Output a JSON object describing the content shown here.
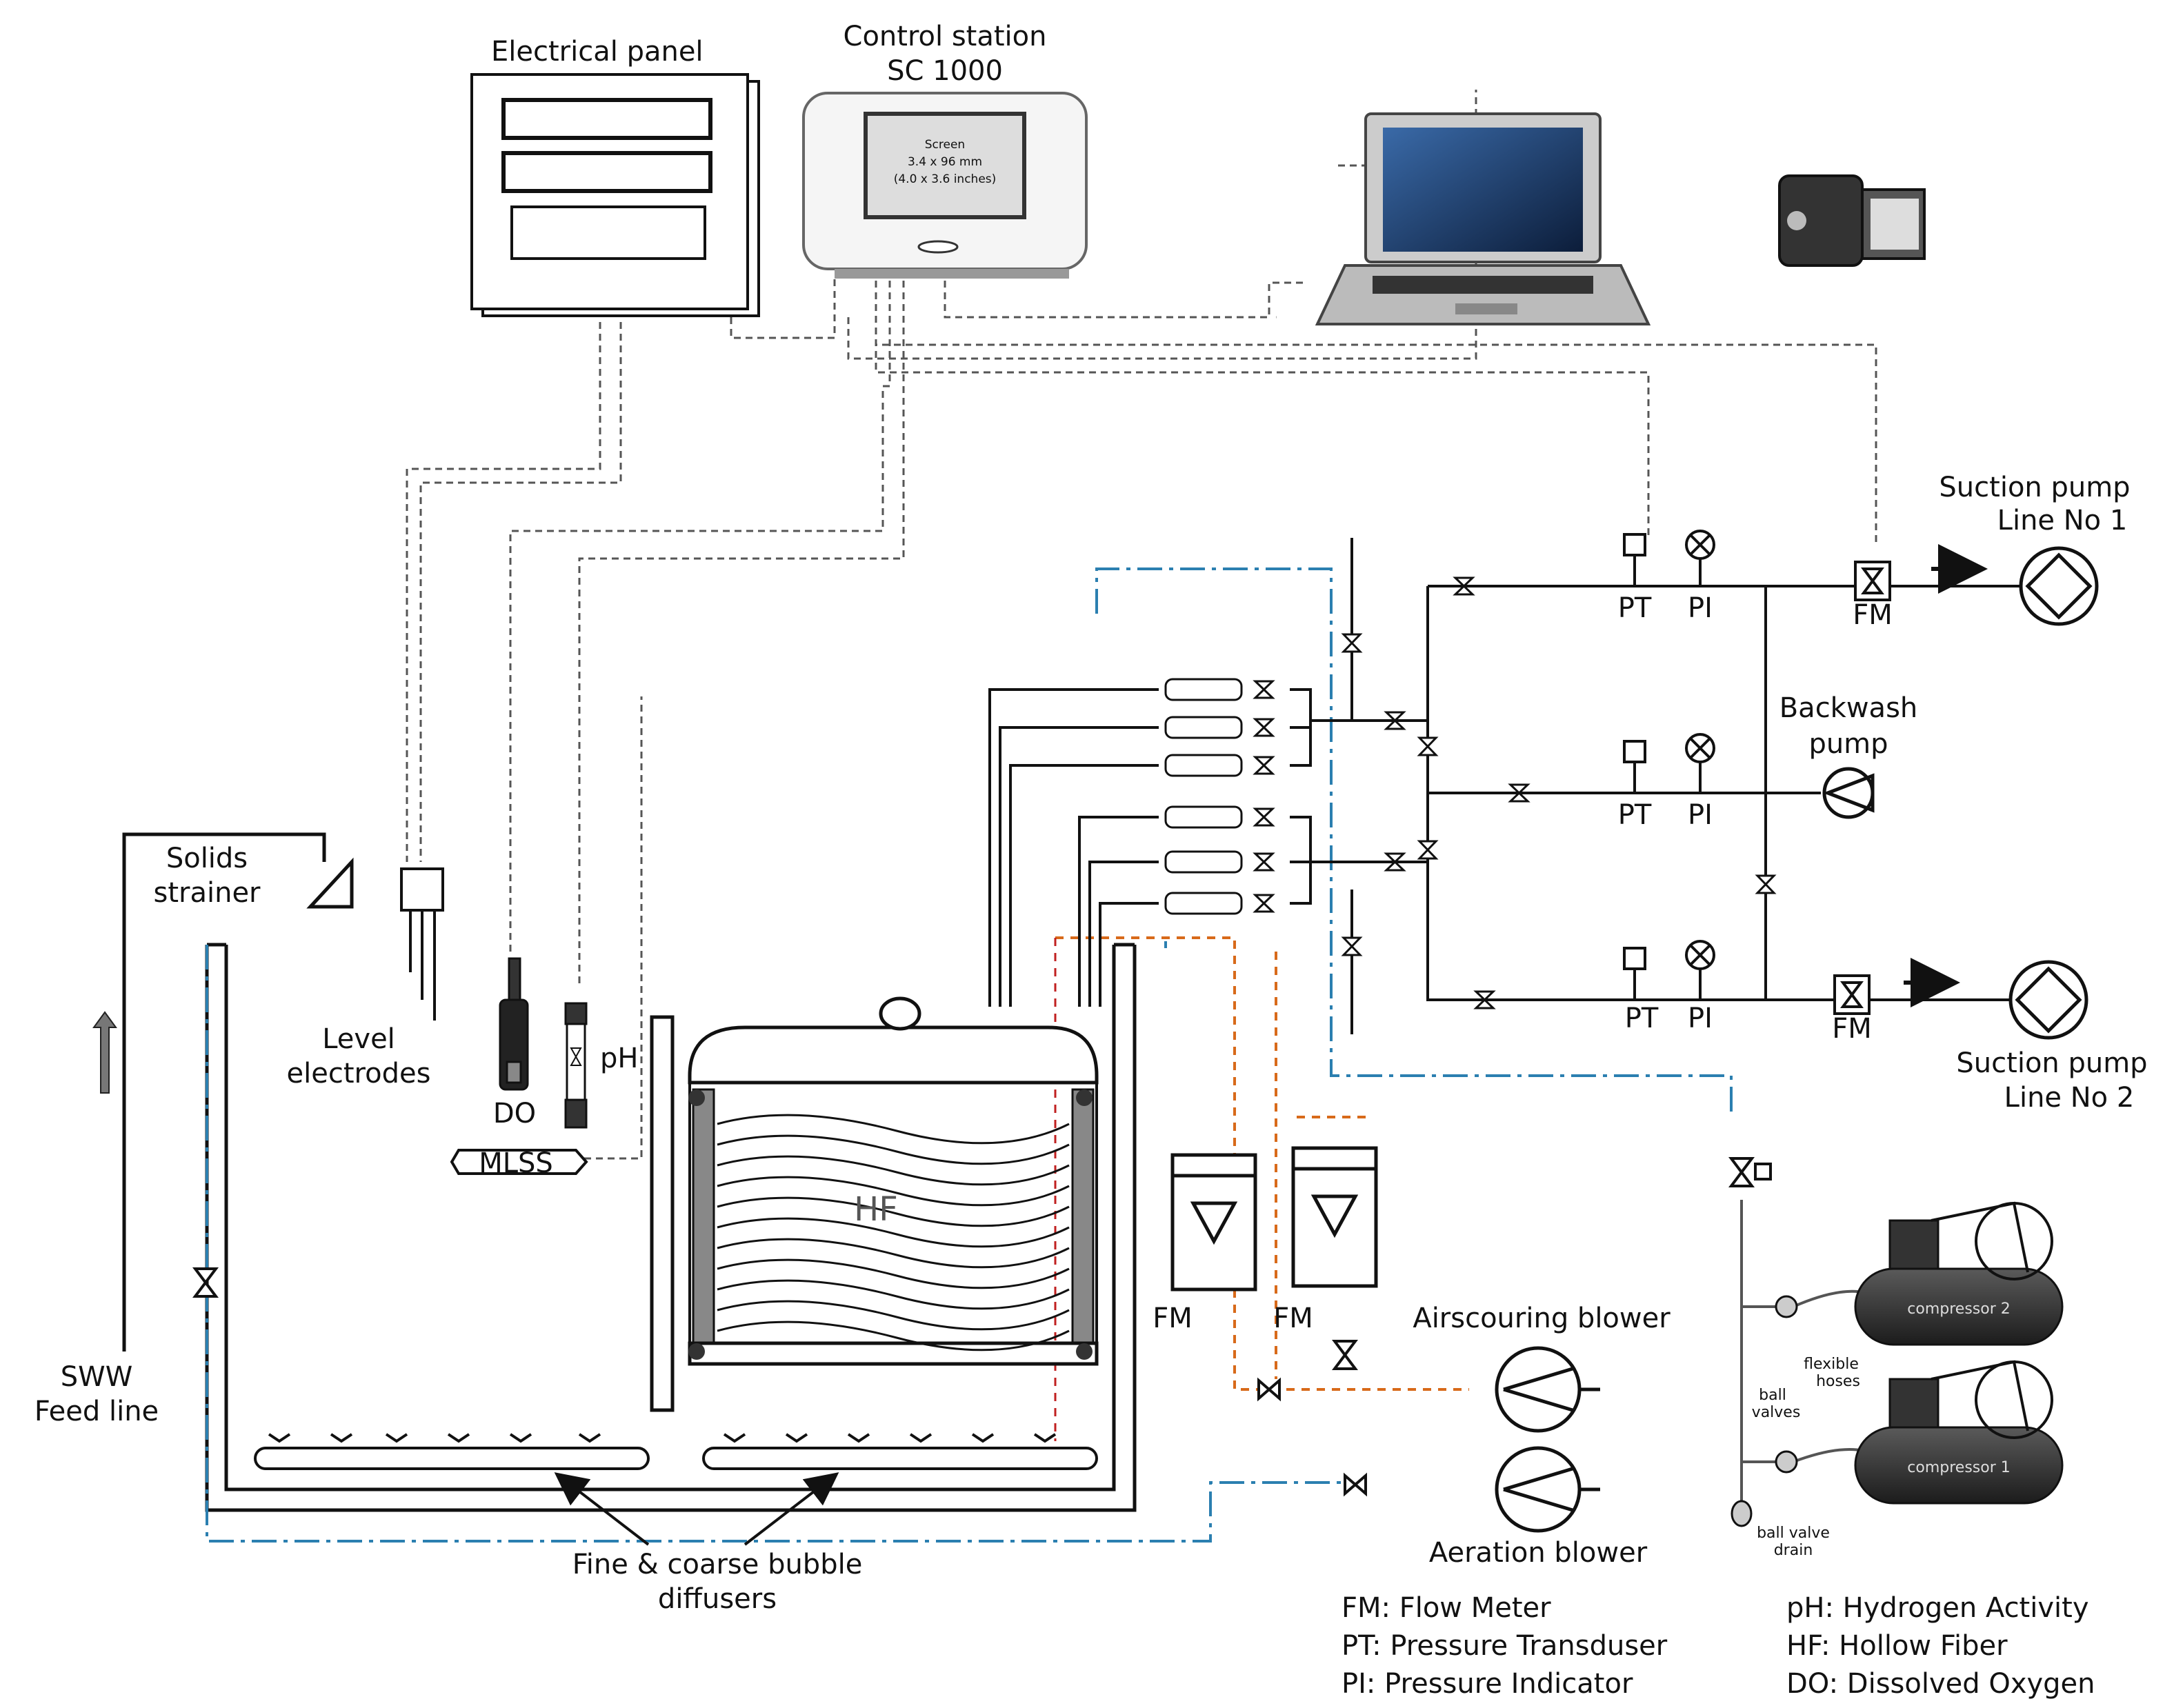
{
  "labels": {
    "electrical_panel": "Electrical panel",
    "control_station_line1": "Control station",
    "control_station_line2": "SC 1000",
    "suction_pump_1_line1": "Suction pump",
    "suction_pump_1_line2": "Line No 1",
    "suction_pump_2_line1": "Suction pump",
    "suction_pump_2_line2": "Line No 2",
    "backwash_line1": "Backwash",
    "backwash_line2": "pump",
    "solids_line1": "Solids",
    "solids_line2": "strainer",
    "level_line1": "Level",
    "level_line2": "electrodes",
    "do": "DO",
    "ph": "pH",
    "mlss": "MLSS",
    "hf": "HF",
    "sww_line1": "SWW",
    "sww_line2": "Feed line",
    "diffusers_line1": "Fine & coarse bubble",
    "diffusers_line2": "diffusers",
    "airscouring_blower": "Airscouring blower",
    "aeration_blower": "Aeration blower",
    "pt": "PT",
    "pi": "PI",
    "fm": "FM",
    "compressor_1": "compressor 1",
    "compressor_2": "compressor 2",
    "flexible_line1": "flexible",
    "flexible_line2": "hoses",
    "ball_valves_line1": "ball",
    "ball_valves_line2": "valves",
    "drain_line1": "ball valve",
    "drain_line2": "drain",
    "screen_line1": "Screen",
    "screen_line2": "3.4 x 96 mm",
    "screen_line3": "(4.0 x 3.6 inches)"
  },
  "legend": [
    {
      "abbr": "FM",
      "text": "FM: Flow Meter"
    },
    {
      "abbr": "PT",
      "text": "PT: Pressure Transduser"
    },
    {
      "abbr": "PI",
      "text": "PI: Pressure Indicator"
    },
    {
      "abbr": "pH",
      "text": "pH: Hydrogen Activity"
    },
    {
      "abbr": "HF",
      "text": "HF: Hollow Fiber"
    },
    {
      "abbr": "DO",
      "text": "DO: Dissolved Oxygen"
    }
  ],
  "colors": {
    "line": "#111111",
    "signal": "#555555",
    "air_scour": "#d86a1a",
    "aeration": "#2b7fb0",
    "feed": "#c02020",
    "screen": "#20365a"
  }
}
